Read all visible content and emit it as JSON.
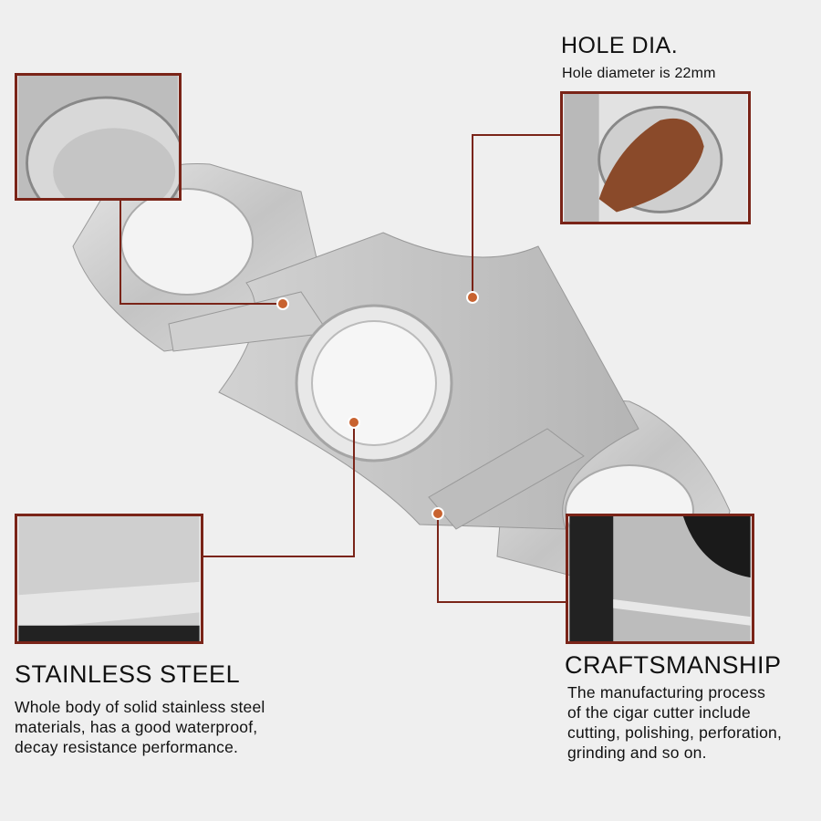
{
  "hole": {
    "title": "HOLE DIA.",
    "description": "Hole diameter is 22mm"
  },
  "steel": {
    "title": "STAINLESS STEEL",
    "description": [
      "Whole body of solid stainless steel",
      "materials, has a good waterproof,",
      "decay resistance performance."
    ]
  },
  "craft": {
    "title": "CRAFTSMANSHIP",
    "description": [
      "The manufacturing process",
      "of the cigar cutter include",
      "cutting, polishing, perforation,",
      "grinding and so on."
    ]
  },
  "colors": {
    "callout_line": "#7a2418",
    "callout_dot": "#c8622f",
    "background": "#efefef"
  }
}
